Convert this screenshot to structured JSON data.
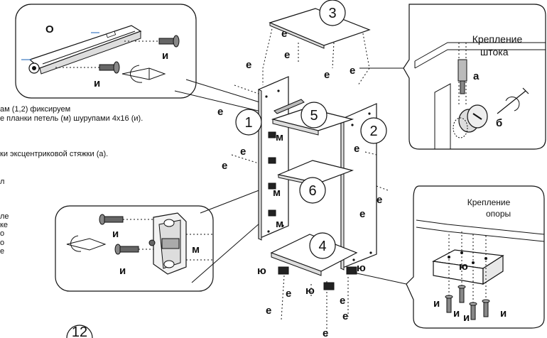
{
  "instructions": {
    "line1": "ам (1,2) фиксируем",
    "line2": "е планки петель (м) шурупами 4х16 (и).",
    "line3": "ки эксцентриковой стяжки (а).",
    "line4": "л",
    "side_text": [
      "ле",
      "ке",
      "о",
      "о",
      "е"
    ]
  },
  "callout_slide": {
    "part_letter": "О",
    "screw1": "и",
    "screw2": "и"
  },
  "callout_rod": {
    "title_line1": "Крепление",
    "title_line2": "штока",
    "label_a": "а",
    "label_b": "б"
  },
  "callout_hinge": {
    "screw1": "и",
    "screw2": "и",
    "plate": "м"
  },
  "callout_support": {
    "title_line1": "Крепление",
    "title_line2": "опоры",
    "block": "ю",
    "screws": [
      "и",
      "и",
      "и",
      "и"
    ]
  },
  "parts": {
    "p1": "1",
    "p2": "2",
    "p3": "3",
    "p4": "4",
    "p5": "5",
    "p6": "6",
    "p12": "12"
  },
  "labels": {
    "e": "е",
    "m": "м",
    "yu": "ю"
  }
}
